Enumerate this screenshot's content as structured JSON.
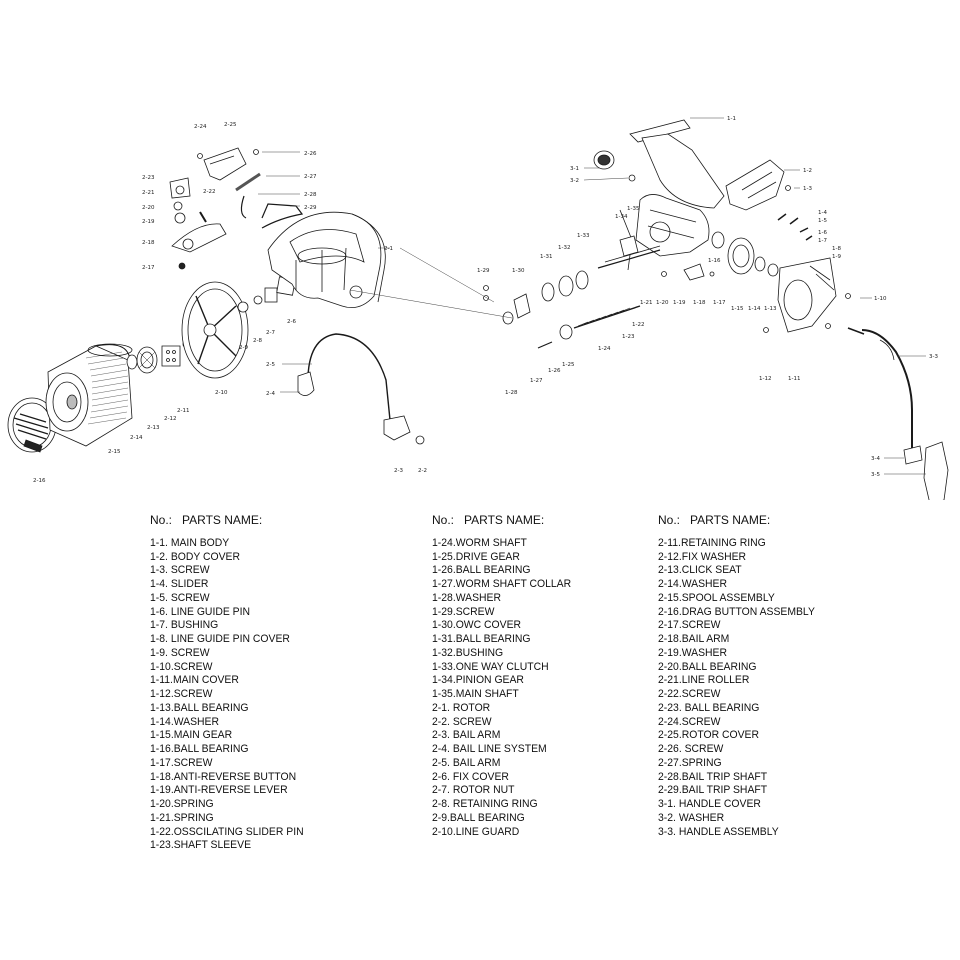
{
  "diagram": {
    "callouts": [
      "2-24",
      "2-25",
      "2-26",
      "2-23",
      "2-21",
      "2-22",
      "2-27",
      "2-28",
      "2-20",
      "2-29",
      "2-19",
      "2-18",
      "2-17",
      "2-1",
      "2-5",
      "2-4",
      "2-6",
      "2-7",
      "2-8",
      "2-9",
      "2-10",
      "2-11",
      "2-12",
      "2-13",
      "2-14",
      "2-15",
      "2-16",
      "2-3",
      "2-2",
      "1-1",
      "3-1",
      "3-2",
      "1-2",
      "1-3",
      "1-4",
      "1-5",
      "1-6",
      "1-7",
      "1-8",
      "1-9",
      "1-10",
      "1-11",
      "1-12",
      "1-13",
      "1-14",
      "1-15",
      "1-16",
      "1-17",
      "1-18",
      "1-19",
      "1-20",
      "1-21",
      "1-22",
      "1-23",
      "1-24",
      "1-25",
      "1-26",
      "1-27",
      "1-28",
      "1-29",
      "1-30",
      "1-31",
      "1-32",
      "1-33",
      "1-34",
      "1-35",
      "3-3",
      "3-4",
      "3-5"
    ]
  },
  "parts_list": {
    "header": "No.:   PARTS NAME:",
    "columns": [
      [
        "1-1. MAIN BODY",
        "1-2. BODY COVER",
        "1-3. SCREW",
        "1-4. SLIDER",
        "1-5. SCREW",
        "1-6. LINE GUIDE PIN",
        "1-7. BUSHING",
        "1-8. LINE GUIDE PIN COVER",
        "1-9. SCREW",
        "1-10.SCREW",
        "1-11.MAIN COVER",
        "1-12.SCREW",
        "1-13.BALL BEARING",
        "1-14.WASHER",
        "1-15.MAIN GEAR",
        "1-16.BALL BEARING",
        "1-17.SCREW",
        "1-18.ANTI-REVERSE BUTTON",
        "1-19.ANTI-REVERSE LEVER",
        "1-20.SPRING",
        "1-21.SPRING",
        "1-22.OSSCILATING SLIDER PIN",
        "1-23.SHAFT SLEEVE"
      ],
      [
        "1-24.WORM SHAFT",
        "1-25.DRIVE GEAR",
        "1-26.BALL BEARING",
        "1-27.WORM SHAFT COLLAR",
        "1-28.WASHER",
        "1-29.SCREW",
        "1-30.OWC COVER",
        "1-31.BALL BEARING",
        "1-32.BUSHING",
        "1-33.ONE WAY CLUTCH",
        "1-34.PINION GEAR",
        "1-35.MAIN SHAFT",
        "2-1. ROTOR",
        "2-2. SCREW",
        "2-3. BAIL ARM",
        "2-4. BAIL LINE SYSTEM",
        "2-5. BAIL ARM",
        "2-6. FIX COVER",
        "2-7. ROTOR NUT",
        "2-8. RETAINING RING",
        "2-9.BALL BEARING",
        "2-10.LINE GUARD"
      ],
      [
        "2-11.RETAINING RING",
        "2-12.FIX WASHER",
        "2-13.CLICK SEAT",
        "2-14.WASHER",
        "2-15.SPOOL ASSEMBLY",
        "2-16.DRAG BUTTON ASSEMBLY",
        "2-17.SCREW",
        "2-18.BAIL ARM",
        "2-19.WASHER",
        "2-20.BALL BEARING",
        "2-21.LINE ROLLER",
        "2-22.SCREW",
        "2-23. BALL BEARING",
        "2-24.SCREW",
        "2-25.ROTOR COVER",
        "2-26. SCREW",
        "2-27.SPRING",
        "2-28.BAIL TRIP SHAFT",
        "2-29.BAIL TRIP SHAFT",
        "3-1. HANDLE COVER",
        "3-2. WASHER",
        "3-3. HANDLE ASSEMBLY"
      ]
    ]
  }
}
